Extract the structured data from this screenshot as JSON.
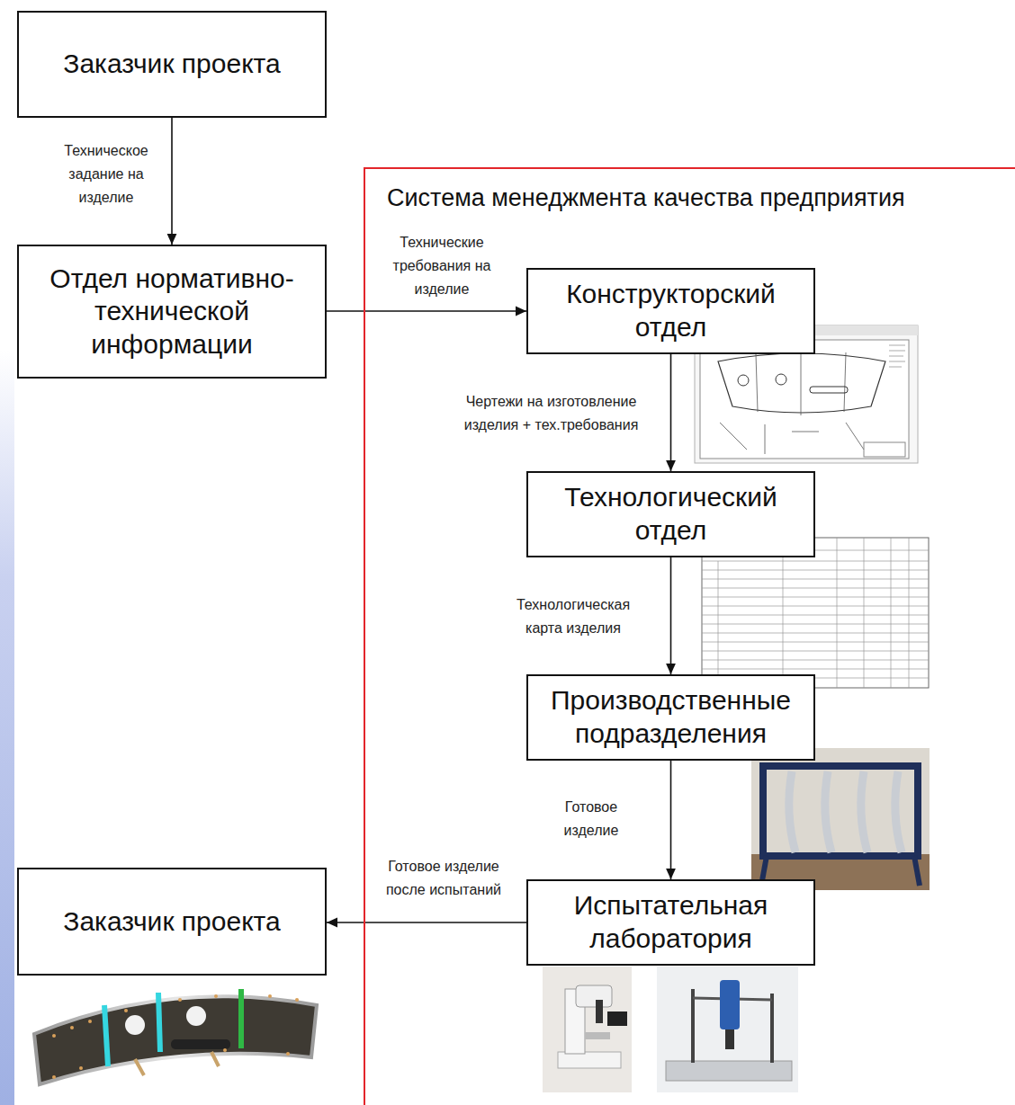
{
  "diagram": {
    "nodes": [
      {
        "text": [
          "Заказчик проекта"
        ]
      },
      {
        "text": [
          "Отдел нормативно-технической информации"
        ]
      },
      {
        "text": [
          "Система менеджмента качества предприятия"
        ]
      },
      {
        "text": [
          "Конструкторский отдел"
        ],
        "in": 2
      },
      {
        "text": [
          "Технологический отдел"
        ],
        "in": 2
      },
      {
        "text": [
          "Производственные подразделения"
        ],
        "in": 2
      },
      {
        "text": [
          "Испытательная лаборатория"
        ],
        "in": 2
      },
      {
        "text": [
          "Заказчик проекта"
        ]
      }
    ],
    "edges": [
      {
        "from": 0,
        "to": 1,
        "arrow": "to",
        "label": "Техническое задание на изделие"
      },
      {
        "from": 1,
        "to": 3,
        "arrow": "to",
        "label": "Технические требования на изделие"
      },
      {
        "from": 3,
        "to": 4,
        "arrow": "to",
        "label": "Чертежи на изготовление изделия + тех.требования"
      },
      {
        "from": 4,
        "to": 5,
        "arrow": "to",
        "label": "Технологическая карта изделия"
      },
      {
        "from": 5,
        "to": 6,
        "arrow": "to",
        "label": "Готовое изделие"
      },
      {
        "from": 6,
        "to": 7,
        "arrow": "to",
        "label": "Готовое изделие после испытаний"
      }
    ]
  }
}
